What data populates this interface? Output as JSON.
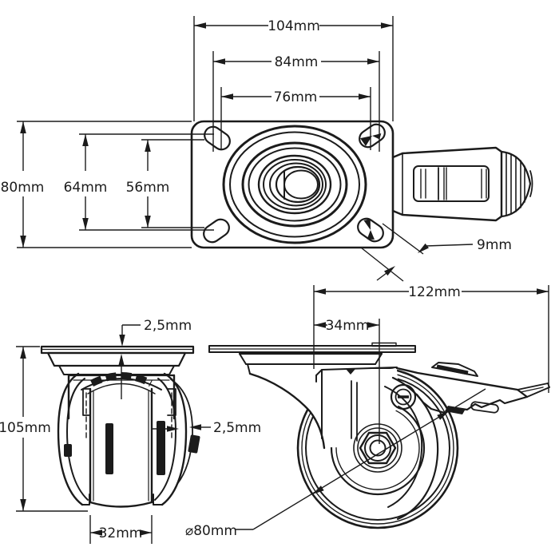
{
  "colors": {
    "line": "#1b1b1b",
    "background": "#ffffff"
  },
  "views": {
    "top": {
      "dims": {
        "plate_width": "104mm",
        "hole_pitch_width_outer": "84mm",
        "hole_pitch_width_inner": "76mm",
        "plate_depth": "80mm",
        "hole_pitch_depth_outer": "64mm",
        "hole_pitch_depth_inner": "56mm",
        "hole_diameter": "9mm"
      }
    },
    "front": {
      "dims": {
        "plate_thickness": "2,5mm",
        "total_height": "105mm",
        "fork_thickness": "2,5mm",
        "wheel_width": "32mm"
      }
    },
    "side": {
      "dims": {
        "total_length": "122mm",
        "swivel_offset": "34mm",
        "wheel_diameter": "⌀80mm"
      }
    }
  }
}
